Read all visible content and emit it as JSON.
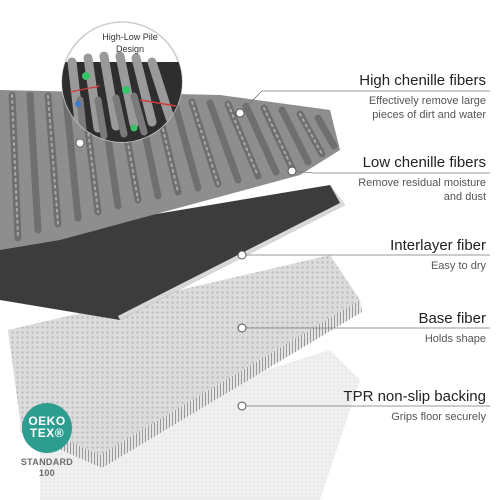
{
  "inset": {
    "title_line1": "High-Low Pile",
    "title_line2": "Design"
  },
  "layers": [
    {
      "title": "High chenille fibers",
      "desc_lines": [
        "Effectively remove large",
        "pieces of dirt and water"
      ]
    },
    {
      "title": "Low chenille fibers",
      "desc_lines": [
        "Remove residual moisture",
        "and dust"
      ]
    },
    {
      "title": "Interlayer fiber",
      "desc_lines": [
        "Easy to dry"
      ]
    },
    {
      "title": "Base fiber",
      "desc_lines": [
        "Holds shape"
      ]
    },
    {
      "title": "TPR non-slip backing",
      "desc_lines": [
        "Grips floor securely"
      ]
    }
  ],
  "badge": {
    "line1": "OEKO",
    "line2": "TEX®",
    "standard_line1": "STANDARD",
    "standard_line2": "100"
  },
  "colors": {
    "chenille": "#8e8e8e",
    "interlayer": "#3c3c3c",
    "base": "#d9d9d9",
    "backing": "#efefef",
    "badge": "#2d9d8f",
    "accent_green": "#36c46a",
    "accent_red": "#d23a3a",
    "accent_blue": "#3a7bd5"
  }
}
